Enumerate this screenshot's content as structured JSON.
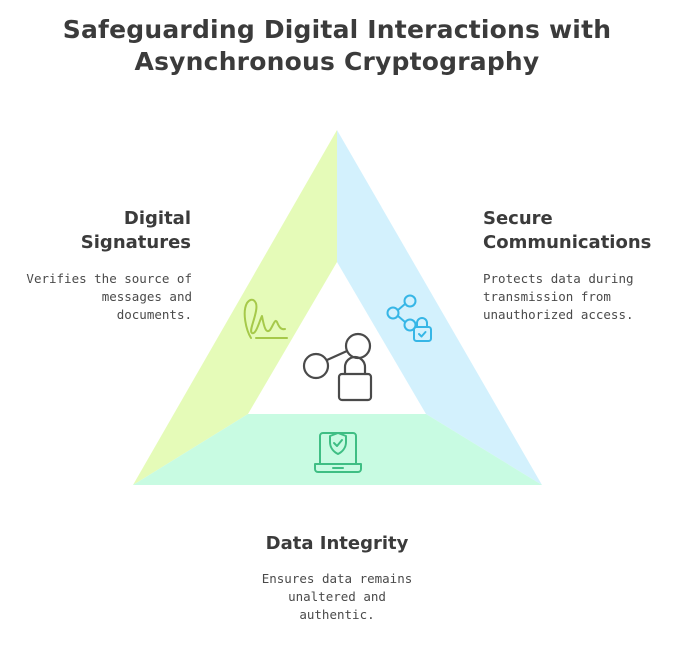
{
  "title": {
    "line1": "Safeguarding Digital Interactions with",
    "line2": "Asynchronous Cryptography"
  },
  "sections": {
    "signatures": {
      "heading_line1": "Digital",
      "heading_line2": "Signatures",
      "desc_line1": "Verifies the source of",
      "desc_line2": "messages and",
      "desc_line3": "documents.",
      "color": "#e5fbb8",
      "icon": "signature-icon"
    },
    "communications": {
      "heading_line1": "Secure",
      "heading_line2": "Communications",
      "desc_line1": "Protects data during",
      "desc_line2": "transmission from",
      "desc_line3": "unauthorized access.",
      "color": "#d3f1fd",
      "icon": "share-lock-icon"
    },
    "integrity": {
      "heading": "Data Integrity",
      "desc_line1": "Ensures data remains",
      "desc_line2": "unaltered and",
      "desc_line3": "authentic.",
      "color": "#c8fbe2",
      "icon": "laptop-shield-icon"
    }
  },
  "center_icon": "key-lock-icon"
}
